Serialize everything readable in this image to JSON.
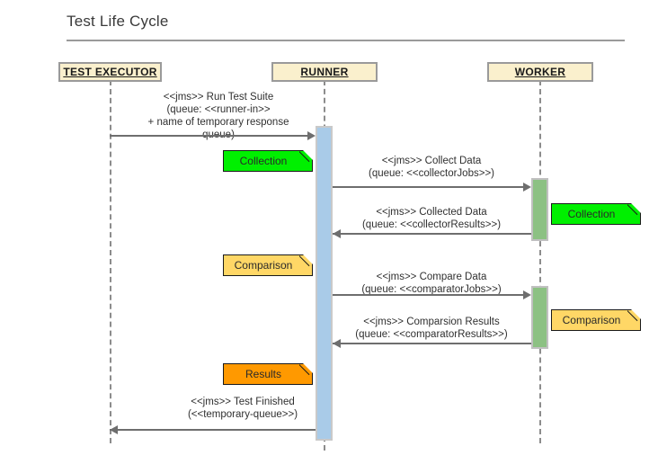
{
  "title": "Test Life Cycle",
  "diagram": {
    "type": "uml-sequence-diagram",
    "actors": [
      {
        "id": "test-executor",
        "label": "TEST EXECUTOR"
      },
      {
        "id": "runner",
        "label": "RUNNER"
      },
      {
        "id": "worker",
        "label": "WORKER"
      }
    ],
    "messages": [
      {
        "id": "run-test-suite",
        "from": "test-executor",
        "to": "runner",
        "direction": "right",
        "label": "<<jms>> Run Test Suite\n(queue: <<runner-in>>\n+ name of temporary response\nqueue)"
      },
      {
        "id": "collect-data",
        "from": "runner",
        "to": "worker",
        "direction": "right",
        "label": "<<jms>> Collect Data\n(queue: <<collectorJobs>>)"
      },
      {
        "id": "collected-data",
        "from": "worker",
        "to": "runner",
        "direction": "left",
        "label": "<<jms>> Collected Data\n(queue: <<collectorResults>>)"
      },
      {
        "id": "compare-data",
        "from": "runner",
        "to": "worker",
        "direction": "right",
        "label": "<<jms>> Compare Data\n(queue: <<comparatorJobs>>)"
      },
      {
        "id": "comparison-results",
        "from": "worker",
        "to": "runner",
        "direction": "left",
        "label": "<<jms>> Comparsion Results\n(queue: <<comparatorResults>>)"
      },
      {
        "id": "test-finished",
        "from": "runner",
        "to": "test-executor",
        "direction": "left",
        "label": "<<jms>> Test Finished\n(<<temporary-queue>>)"
      }
    ],
    "notes": [
      {
        "id": "runner-collection",
        "label": "Collection",
        "color": "#00f000"
      },
      {
        "id": "worker-collection",
        "label": "Collection",
        "color": "#00f000"
      },
      {
        "id": "runner-comparison",
        "label": "Comparison",
        "color": "#ffd766"
      },
      {
        "id": "worker-comparison",
        "label": "Comparison",
        "color": "#ffd766"
      },
      {
        "id": "runner-results",
        "label": "Results",
        "color": "#ff9900"
      }
    ],
    "colors": {
      "actor_head_fill": "#faf0cd",
      "actor_head_border": "#9a9a9a",
      "runner_activation": "#a9cbe8",
      "worker_activation": "#8cc183",
      "lifeline": "#8c8c8c",
      "arrow": "#6e6e6e",
      "title_rule": "#9a9a9a"
    }
  }
}
